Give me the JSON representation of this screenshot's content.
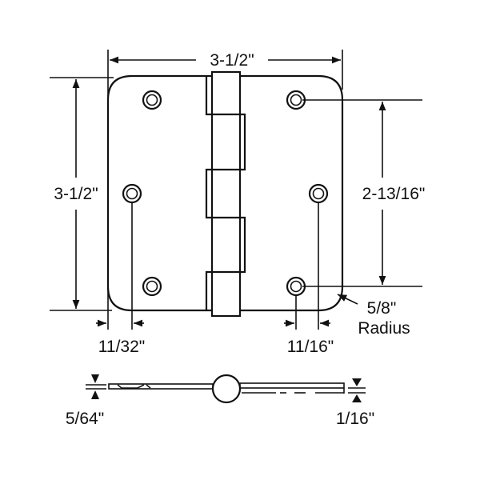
{
  "title": "",
  "dimensions": {
    "width": "3-1/2\"",
    "height": "3-1/2\"",
    "hole_spacing": "2-13/16\"",
    "edge_to_hole_left": "11/32\"",
    "edge_to_hole_right": "11/16\"",
    "corner_radius": "5/8\"",
    "corner_radius_word": "Radius",
    "leaf_thickness": "5/64\"",
    "gap": "1/16\""
  },
  "colors": {
    "line": "#111111",
    "background": "#ffffff"
  }
}
